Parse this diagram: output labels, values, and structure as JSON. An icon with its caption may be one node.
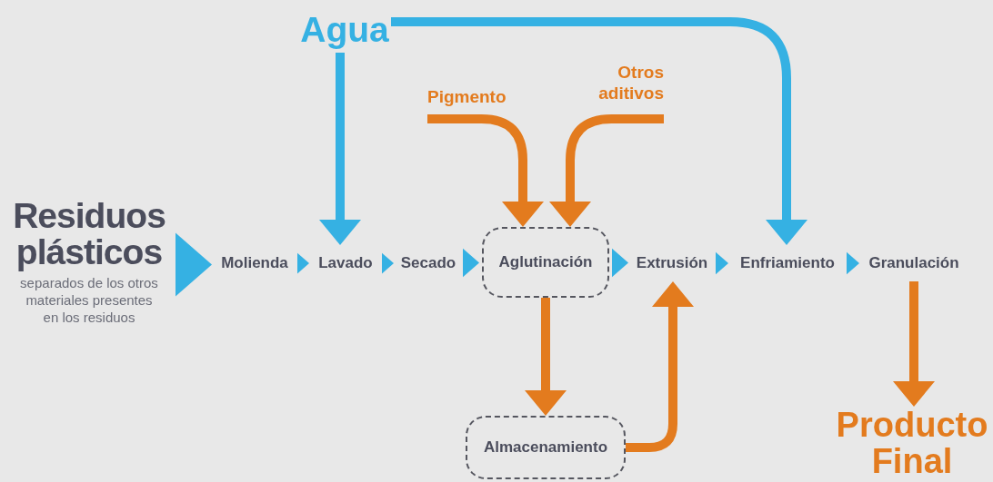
{
  "diagram": {
    "nodes": [
      {
        "text": [
          "Residuos plásticos",
          "separados de los otros materiales presentes en los residuos"
        ]
      },
      {
        "text": [
          "Molienda"
        ]
      },
      {
        "text": [
          "Lavado"
        ]
      },
      {
        "text": [
          "Secado"
        ]
      },
      {
        "text": [
          "Aglutinación"
        ]
      },
      {
        "text": [
          "Extrusión"
        ]
      },
      {
        "text": [
          "Enfriamiento"
        ]
      },
      {
        "text": [
          "Granulación"
        ]
      },
      {
        "text": [
          "Agua"
        ]
      },
      {
        "text": [
          "Pigmento"
        ]
      },
      {
        "text": [
          "Otros aditivos"
        ]
      },
      {
        "text": [
          "Almacenamiento"
        ]
      },
      {
        "text": [
          "Producto Final"
        ]
      }
    ],
    "edges": [
      {
        "from": 0,
        "to": 1,
        "arrow": "to",
        "color": "#35b1e3"
      },
      {
        "from": 1,
        "to": 2,
        "arrow": "to",
        "color": "#35b1e3"
      },
      {
        "from": 2,
        "to": 3,
        "arrow": "to",
        "color": "#35b1e3"
      },
      {
        "from": 3,
        "to": 4,
        "arrow": "to",
        "color": "#35b1e3"
      },
      {
        "from": 4,
        "to": 5,
        "arrow": "to",
        "color": "#35b1e3"
      },
      {
        "from": 5,
        "to": 6,
        "arrow": "to",
        "color": "#35b1e3"
      },
      {
        "from": 6,
        "to": 7,
        "arrow": "to",
        "color": "#35b1e3"
      },
      {
        "from": 8,
        "to": 2,
        "arrow": "to",
        "color": "#35b1e3"
      },
      {
        "from": 8,
        "to": 6,
        "arrow": "to",
        "color": "#35b1e3"
      },
      {
        "from": 9,
        "to": 4,
        "arrow": "to",
        "color": "#e37b1e"
      },
      {
        "from": 10,
        "to": 4,
        "arrow": "to",
        "color": "#e37b1e"
      },
      {
        "from": 4,
        "to": 11,
        "arrow": "to",
        "color": "#e37b1e"
      },
      {
        "from": 11,
        "to": 5,
        "arrow": "to",
        "color": "#e37b1e"
      },
      {
        "from": 7,
        "to": 12,
        "arrow": "to",
        "color": "#e37b1e"
      }
    ]
  }
}
